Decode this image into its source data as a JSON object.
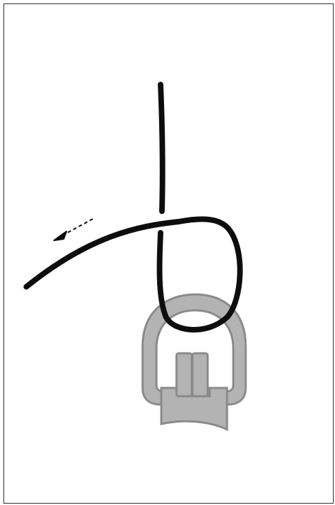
{
  "diagram": {
    "subject": "knot-tying-step",
    "colors": {
      "cord": "#0d0d0d",
      "ring_fill": "#b0b0b0",
      "ring_stroke": "#8a8a8a",
      "frame": "#2a2a2a",
      "background": "#ffffff"
    },
    "icons": {
      "direction_arrow": "dashed-arrow-left-down",
      "hardware": "d-ring-with-clip"
    }
  }
}
